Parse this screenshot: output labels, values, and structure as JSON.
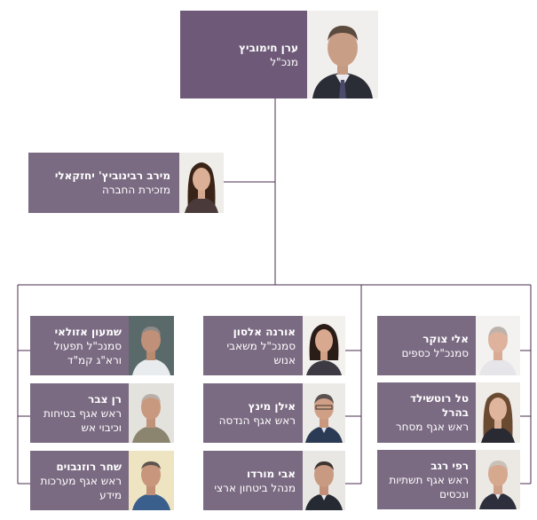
{
  "ceo": {
    "name": "ערן חימוביץ",
    "title": "מנכ\"ל"
  },
  "secretary": {
    "name": "מירב רבינוביץ' יחזקאלי",
    "title": "מזכירת החברה"
  },
  "col_right": [
    {
      "name": "אלי צוקר",
      "title": "סמנכ\"ל כספים"
    },
    {
      "name": "טל רוטשילד בהרל",
      "title": "ראש אגף מסחר"
    },
    {
      "name": "רפי רגב",
      "title": "ראש אגף תשתיות ונכסים"
    }
  ],
  "col_middle": [
    {
      "name": "אורנה אלסון",
      "title": "סמנכ\"ל משאבי אנוש"
    },
    {
      "name": "אילן מינץ",
      "title": "ראש אגף הנדסה"
    },
    {
      "name": "אבי מורדו",
      "title": "מנהל ביטחון ארצי"
    }
  ],
  "col_left": [
    {
      "name": "שמעון אזולאי",
      "title": "סמנכ\"ל תפעול ורא\"ג קמ\"ד"
    },
    {
      "name": "רן צבר",
      "title": "ראש אגף בטיחות וכיבוי אש"
    },
    {
      "name": "שחר רוזנבוים",
      "title": "ראש אגף מערכות מידע"
    }
  ],
  "colors": {
    "card_bg": "#7a6a82",
    "ceo_bg": "#6e5a78",
    "line": "#4a2c4c",
    "text": "#ffffff"
  }
}
